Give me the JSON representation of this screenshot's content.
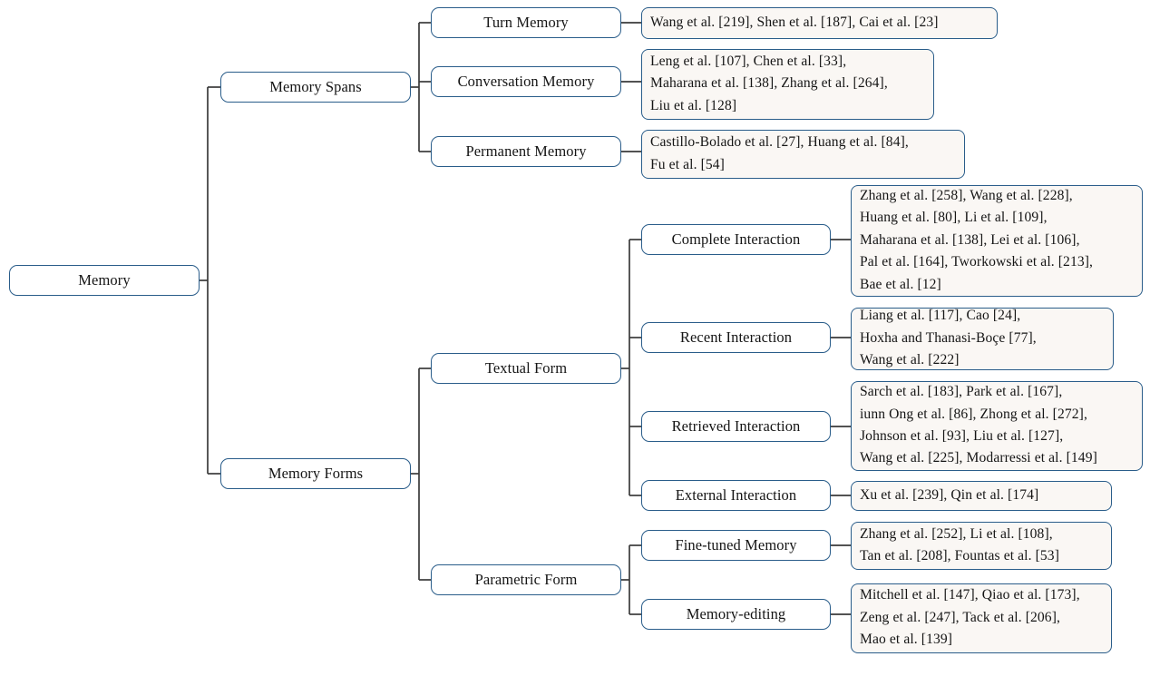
{
  "diagram": {
    "title": "Memory",
    "type": "taxonomy-tree",
    "orientation": "left-to-right",
    "colors": {
      "node_border": "#2a5d8a",
      "node_fill": "#ffffff",
      "leaf_fill": "#faf7f4",
      "connector": "#3a3a3a",
      "text": "#151515",
      "background": "#ffffff"
    }
  },
  "root": {
    "label": "Memory"
  },
  "level2": [
    {
      "label": "Memory Spans"
    },
    {
      "label": "Memory Forms"
    }
  ],
  "level3": [
    {
      "label": "Turn Memory"
    },
    {
      "label": "Conversation Memory"
    },
    {
      "label": "Permanent Memory"
    },
    {
      "label": "Textual Form"
    },
    {
      "label": "Parametric Form"
    },
    {
      "label": "Complete Interaction"
    },
    {
      "label": "Recent Interaction"
    },
    {
      "label": "Retrieved Interaction"
    },
    {
      "label": "External Interaction"
    },
    {
      "label": "Fine-tuned Memory"
    },
    {
      "label": "Memory-editing"
    }
  ],
  "leaves": {
    "turn_memory": {
      "lines": [
        "Wang et al. [219], Shen et al. [187], Cai et al. [23]"
      ]
    },
    "conversation_memory": {
      "lines": [
        "Leng et al. [107], Chen et al. [33],",
        "Maharana et al. [138], Zhang et al. [264],",
        "Liu et al. [128]"
      ]
    },
    "permanent_memory": {
      "lines": [
        "Castillo-Bolado et al. [27], Huang et al. [84],",
        "Fu et al. [54]"
      ]
    },
    "complete_interaction": {
      "lines": [
        "Zhang et al. [258], Wang et al. [228],",
        "Huang et al. [80], Li et al. [109],",
        "Maharana et al. [138], Lei et al. [106],",
        "Pal et al. [164], Tworkowski et al. [213],",
        "Bae et al. [12]"
      ]
    },
    "recent_interaction": {
      "lines": [
        "Liang et al. [117], Cao [24],",
        "Hoxha and Thanasi-Boçe [77],",
        "Wang et al. [222]"
      ]
    },
    "retrieved_interaction": {
      "lines": [
        "Sarch et al. [183], Park et al. [167],",
        "iunn Ong et al. [86], Zhong et al. [272],",
        "Johnson et al. [93], Liu et al. [127],",
        "Wang et al. [225], Modarressi et al. [149]"
      ]
    },
    "external_interaction": {
      "lines": [
        "Xu et al. [239], Qin et al. [174]"
      ]
    },
    "fine_tuned_memory": {
      "lines": [
        "Zhang et al. [252], Li et al. [108],",
        "Tan et al. [208], Fountas et al. [53]"
      ]
    },
    "memory_editing": {
      "lines": [
        "Mitchell et al. [147], Qiao et al. [173],",
        "Zeng et al. [247], Tack et al. [206],",
        "Mao et al. [139]"
      ]
    }
  }
}
